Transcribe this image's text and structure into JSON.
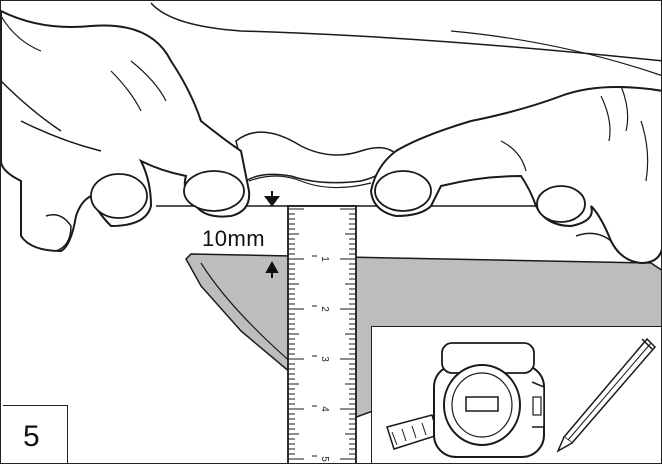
{
  "figure": {
    "measurement_label": "10mm",
    "step_number": "5",
    "ruler_marks": [
      "1",
      "2",
      "3",
      "4",
      "5"
    ],
    "colors": {
      "line": "#1a1a1a",
      "fabric_fill": "#bdbdbd",
      "background": "#ffffff"
    },
    "icons": [
      "hand-icon",
      "ruler-icon",
      "tape-measure-icon",
      "pencil-icon",
      "arrow-down-icon",
      "arrow-up-icon"
    ]
  }
}
